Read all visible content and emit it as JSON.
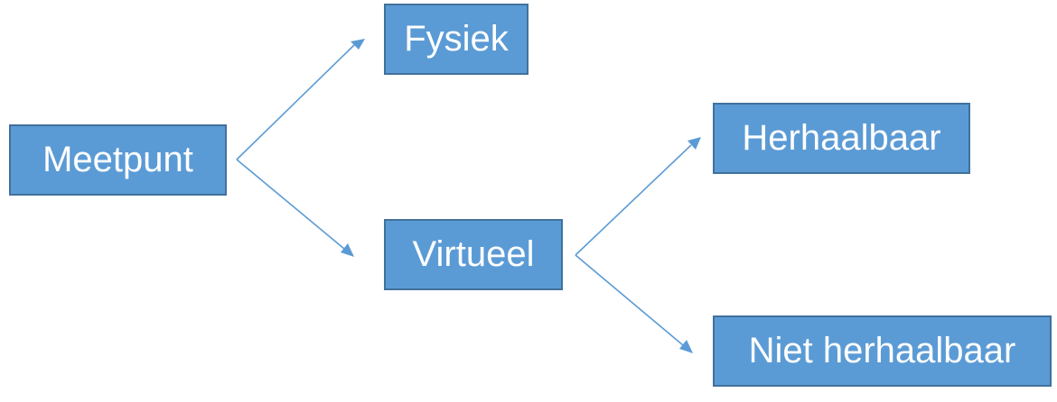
{
  "diagram": {
    "nodes": {
      "meetpunt": "Meetpunt",
      "fysiek": "Fysiek",
      "virtueel": "Virtueel",
      "herhaalbaar": "Herhaalbaar",
      "niet_herhaalbaar": "Niet herhaalbaar"
    },
    "colors": {
      "node_fill": "#5b9bd5",
      "node_border": "#41719c",
      "node_text": "#ffffff",
      "connector": "#5b9bd5"
    }
  }
}
